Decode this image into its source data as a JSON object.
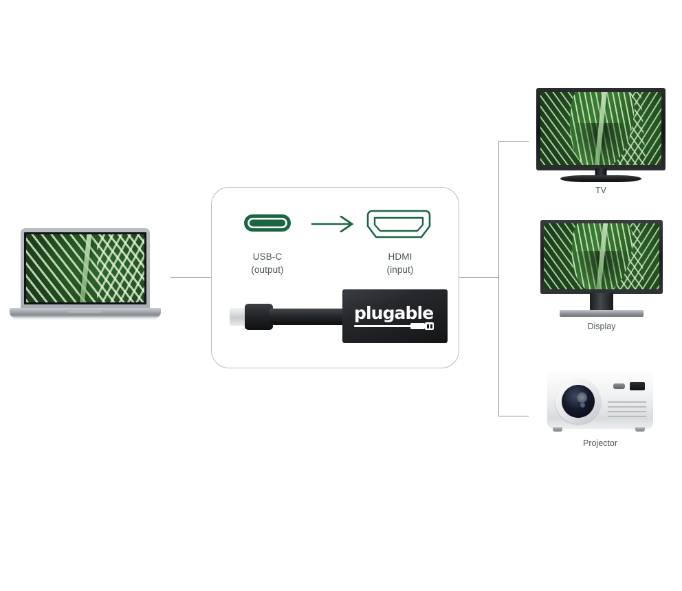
{
  "diagram": {
    "title": "USB-C to HDMI adapter connection diagram",
    "accent_green": "#1a6640",
    "line_color": "#8a9296",
    "label_color": "#4b5458"
  },
  "source": {
    "device_name": "laptop",
    "screen_content": "green-leaf-wallpaper"
  },
  "adapter": {
    "ports": [
      {
        "name": "usb-c",
        "icon": "usb-c-icon",
        "label": "USB-C",
        "direction": "(output)"
      },
      {
        "name": "hdmi",
        "icon": "hdmi-icon",
        "label": "HDMI",
        "direction": "(input)"
      }
    ],
    "arrow_icon": "arrow-right-icon",
    "brand_logo_text": "plugable",
    "logo_mark": "usb-plug-icon"
  },
  "outputs": [
    {
      "id": "tv",
      "label": "TV",
      "icon": "tv-icon"
    },
    {
      "id": "display",
      "label": "Display",
      "icon": "monitor-icon"
    },
    {
      "id": "projector",
      "label": "Projector",
      "icon": "projector-icon"
    }
  ]
}
